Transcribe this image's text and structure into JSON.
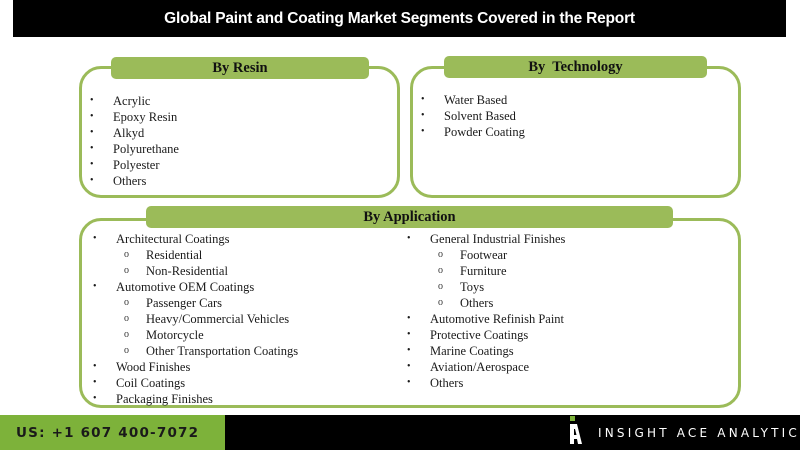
{
  "title": "Global Paint and Coating Market Segments Covered in the Report",
  "colors": {
    "accent_green": "#9bbb59",
    "footer_green": "#7db23a",
    "title_bg": "#000000",
    "logo_dot": "#7db23a"
  },
  "segments": {
    "resin": {
      "header": "By Resin",
      "items": [
        "Acrylic",
        "Epoxy Resin",
        "Alkyd",
        "Polyurethane",
        "Polyester",
        "Others"
      ]
    },
    "technology": {
      "header": "By  Technology",
      "items": [
        "Water Based",
        "Solvent Based",
        "Powder Coating"
      ]
    },
    "application": {
      "header": "By Application",
      "left": [
        {
          "label": "Architectural Coatings",
          "level": 1
        },
        {
          "label": "Residential",
          "level": 2
        },
        {
          "label": "Non-Residential",
          "level": 2
        },
        {
          "label": "Automotive OEM Coatings",
          "level": 1
        },
        {
          "label": "Passenger Cars",
          "level": 2
        },
        {
          "label": "Heavy/Commercial Vehicles",
          "level": 2
        },
        {
          "label": "Motorcycle",
          "level": 2
        },
        {
          "label": "Other Transportation Coatings",
          "level": 2
        },
        {
          "label": "Wood Finishes",
          "level": 1
        },
        {
          "label": "Coil Coatings",
          "level": 1
        },
        {
          "label": "Packaging Finishes",
          "level": 1
        }
      ],
      "right": [
        {
          "label": "General Industrial Finishes",
          "level": 1
        },
        {
          "label": "Footwear",
          "level": 2
        },
        {
          "label": "Furniture",
          "level": 2
        },
        {
          "label": "Toys",
          "level": 2
        },
        {
          "label": "Others",
          "level": 2
        },
        {
          "label": "Automotive Refinish Paint",
          "level": 1
        },
        {
          "label": "Protective Coatings",
          "level": 1
        },
        {
          "label": "Marine Coatings",
          "level": 1
        },
        {
          "label": "Aviation/Aerospace",
          "level": 1
        },
        {
          "label": "Others",
          "level": 1
        }
      ]
    }
  },
  "bullets": {
    "level1": "•",
    "level2": "o"
  },
  "footer": {
    "phone": "US: +1 607 400-7072",
    "brand": "INSIGHT ACE ANALYTIC",
    "logo_icon": "insightace-logo-icon"
  }
}
